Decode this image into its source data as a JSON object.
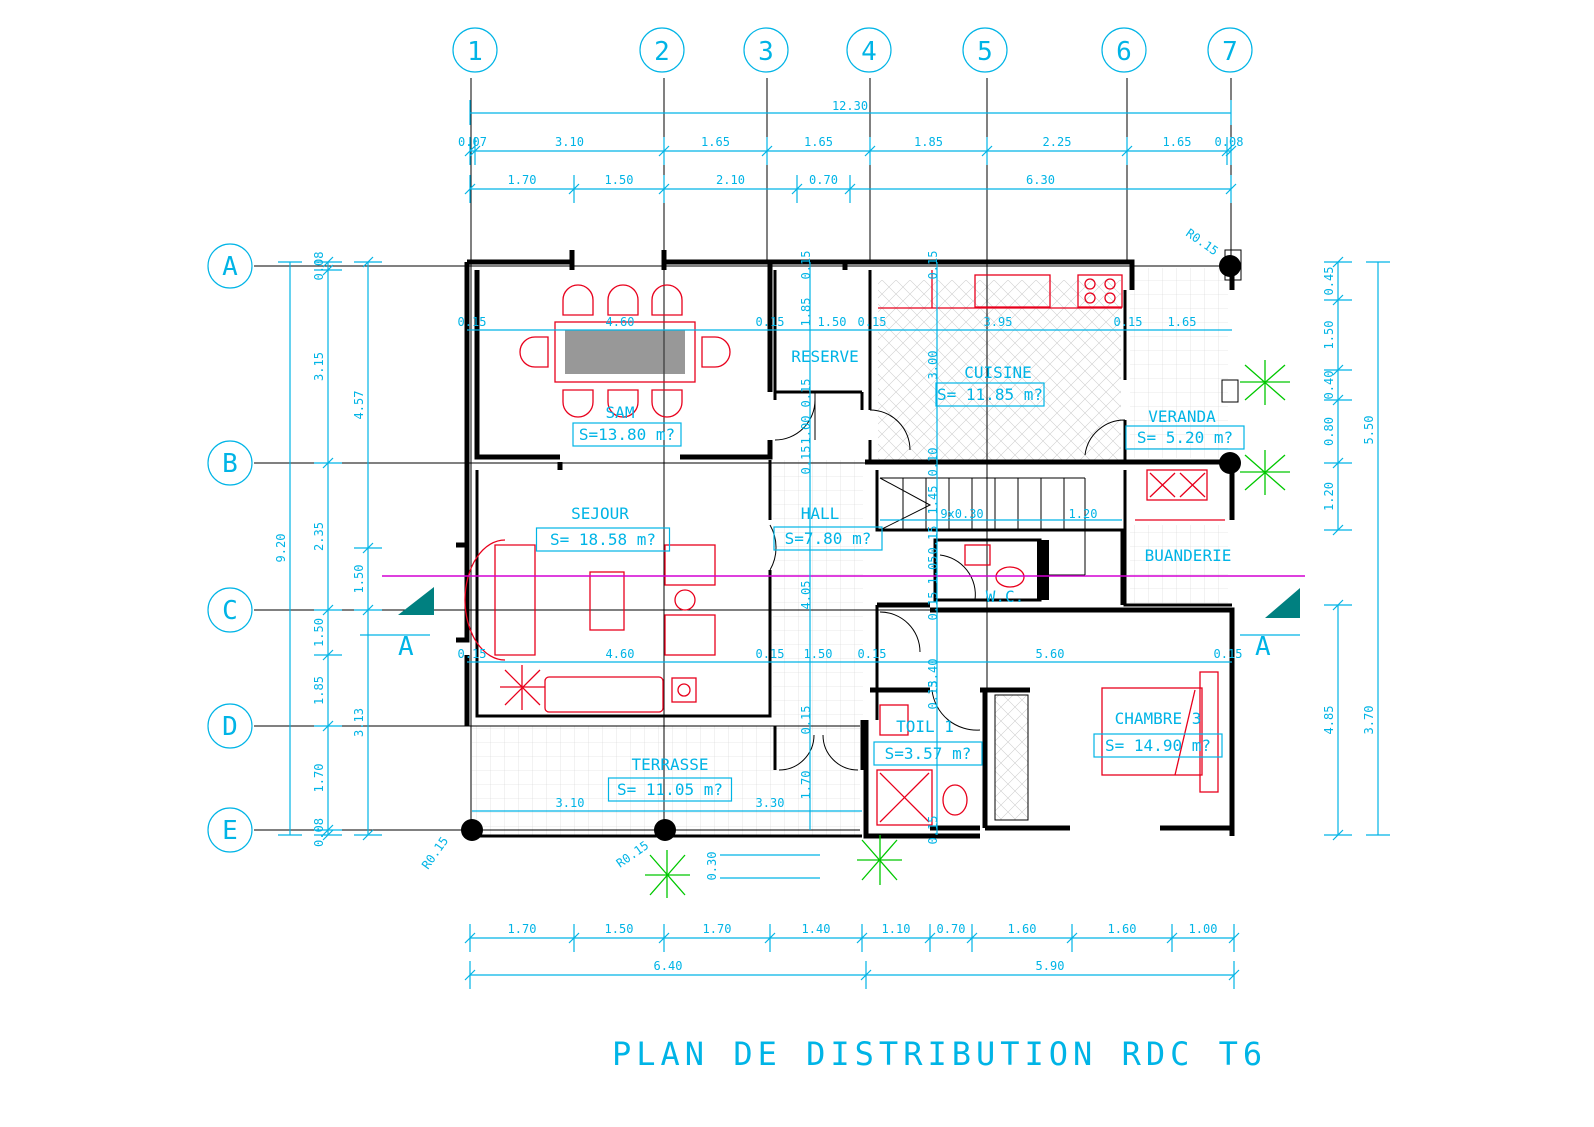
{
  "title": "PLAN DE DISTRIBUTION RDC T6",
  "grid_columns": [
    "1",
    "2",
    "3",
    "4",
    "5",
    "6",
    "7"
  ],
  "grid_rows": [
    "A",
    "B",
    "C",
    "D",
    "E"
  ],
  "rooms": [
    {
      "id": "sam",
      "name": "SAM",
      "area": "S=13.80 m?"
    },
    {
      "id": "reserve",
      "name": "RESERVE",
      "area": ""
    },
    {
      "id": "cuisine",
      "name": "CUISINE",
      "area": "S= 11.85 m?"
    },
    {
      "id": "veranda",
      "name": "VERANDA",
      "area": "S= 5.20 m?"
    },
    {
      "id": "sejour",
      "name": "SEJOUR",
      "area": "S= 18.58 m?"
    },
    {
      "id": "hall",
      "name": "HALL",
      "area": "S=7.80 m?"
    },
    {
      "id": "buanderie",
      "name": "BUANDERIE",
      "area": ""
    },
    {
      "id": "wc",
      "name": "W.C.",
      "area": ""
    },
    {
      "id": "toil",
      "name": "TOIL 1",
      "area": "S=3.57 m?"
    },
    {
      "id": "chambre",
      "name": "CHAMBRE 3",
      "area": "S= 14.90 m?"
    },
    {
      "id": "terrasse",
      "name": "TERRASSE",
      "area": "S= 11.05 m?"
    }
  ],
  "section_label": "A",
  "top_dims": {
    "overall": "12.30",
    "row1": [
      "0.07",
      "3.10",
      "1.65",
      "1.65",
      "1.85",
      "2.25",
      "1.65",
      "0.08"
    ],
    "row2": [
      "1.70",
      "1.50",
      "2.10",
      "0.70",
      "6.30"
    ]
  },
  "bottom_dims": {
    "row1": [
      "1.70",
      "1.50",
      "1.70",
      "1.40",
      "1.10",
      "0.70",
      "1.60",
      "1.60",
      "1.00"
    ],
    "row2": [
      "6.40",
      "5.90"
    ]
  },
  "left_dims": {
    "overall": "9.20",
    "col1": [
      "0.08",
      "3.15",
      "2.35",
      "1.50",
      "1.85",
      "1.70",
      "0.08"
    ],
    "col2": [
      "4.57",
      "1.50",
      "3.13"
    ]
  },
  "right_dims": {
    "overall": "5.50",
    "col1": [
      "0.45",
      "1.50",
      "0.40",
      "0.80",
      "1.20"
    ],
    "col2": [
      "4.85",
      "3.70"
    ]
  },
  "interior_dims": {
    "sam_w": "4.60",
    "sam_wall_l": "0.15",
    "sam_wall_r": "0.15",
    "reserve_w": "1.50",
    "kitchen_wall_l": "0.15",
    "kitchen_w": "3.95",
    "kitchen_wall_r": "0.15",
    "veranda_w": "1.65",
    "reserve_h": "1.85",
    "reserve_top": "0.15",
    "hall_top_v": "1.00",
    "hall_top_w1": "0.15",
    "kitchen_h": "3.00",
    "stair_w": "9x0.30",
    "stair_w2": "1.20",
    "sejour_w": "4.60",
    "sejour_wall_l": "0.15",
    "sejour_wall_r": "0.15",
    "hall_w": "1.50",
    "chambre_wall_l": "0.15",
    "chambre_w": "5.60",
    "chambre_wall_r": "0.15",
    "hall_h": "4.05",
    "toil_h": "3.40",
    "toil_top": "0.15",
    "terrasse_w1": "3.10",
    "terrasse_w2": "3.30",
    "hall_bottom": "1.70",
    "wc_h": "1.05",
    "wc_w": "1.45",
    "wc_a": "0.10",
    "wc_b": "0.15",
    "wc_c": "0.15",
    "hall_v1": "0.15",
    "hall_v2": "0.15",
    "kitchen_top_dim": "0.15",
    "step": "0.30",
    "toil_bottom": "0.15"
  },
  "radius_labels": [
    "R0.15",
    "R0.15",
    "R0.15"
  ],
  "colors": {
    "annotation": "#00b4e6",
    "walls": "#000000",
    "furniture": "#e8001c",
    "plants": "#00c800",
    "section": "#d400d4"
  }
}
